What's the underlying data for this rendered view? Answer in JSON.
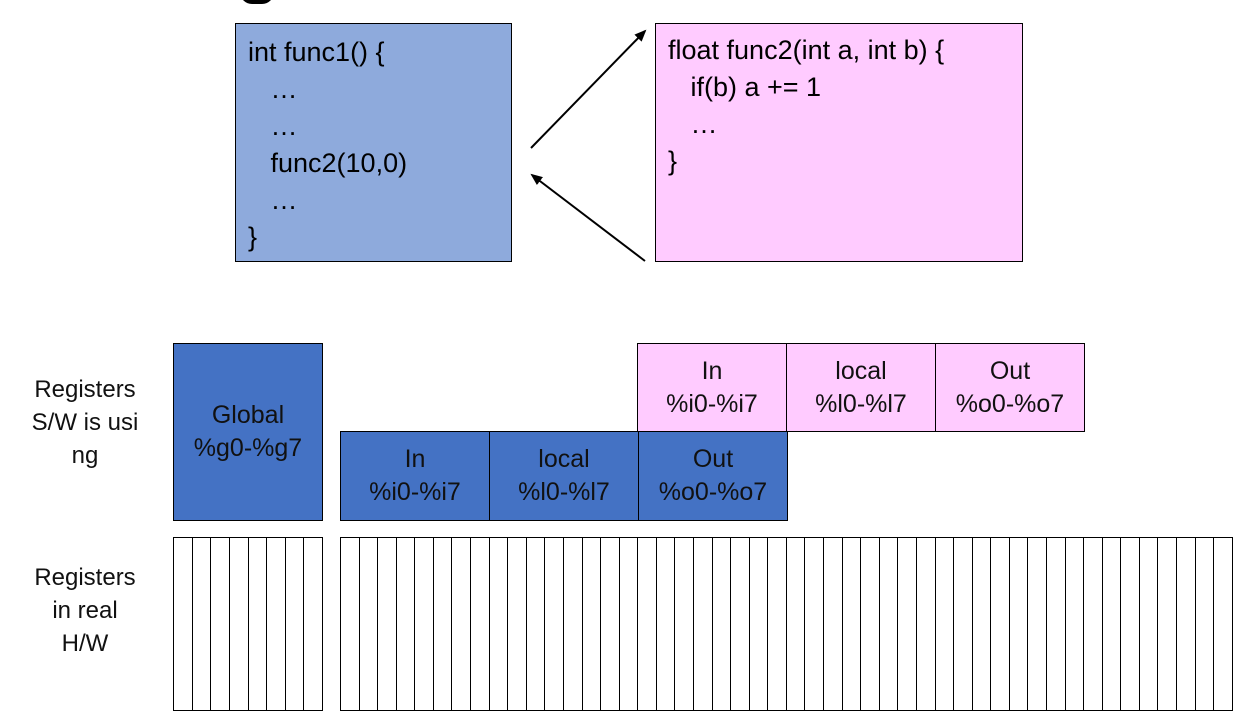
{
  "func1_code": [
    "int func1() {",
    "   …",
    "   …",
    "   func2(10,0)",
    "   …",
    "}"
  ],
  "func2_code": [
    "float func2(int a, int b) {",
    "   if(b) a += 1",
    "   …",
    "}"
  ],
  "labels": {
    "sw_line1": "Registers",
    "sw_line2": "S/W is usi",
    "sw_line3": "ng",
    "hw_line1": "Registers",
    "hw_line2": "in real",
    "hw_line3": "H/W"
  },
  "global_block": {
    "name": "Global",
    "range": "%g0-%g7"
  },
  "caller_window": [
    {
      "name": "In",
      "range": "%i0-%i7"
    },
    {
      "name": "local",
      "range": "%l0-%l7"
    },
    {
      "name": "Out",
      "range": "%o0-%o7"
    }
  ],
  "callee_window": [
    {
      "name": "In",
      "range": "%i0-%i7"
    },
    {
      "name": "local",
      "range": "%l0-%l7"
    },
    {
      "name": "Out",
      "range": "%o0-%o7"
    }
  ],
  "hardware_registers": {
    "global_cells": 8,
    "windowed_cells": 48
  },
  "colors": {
    "func1_box": "#8eaadc",
    "func2_box": "#ffcbff",
    "caller_window": "#4472c4",
    "callee_window": "#ffcbff"
  }
}
